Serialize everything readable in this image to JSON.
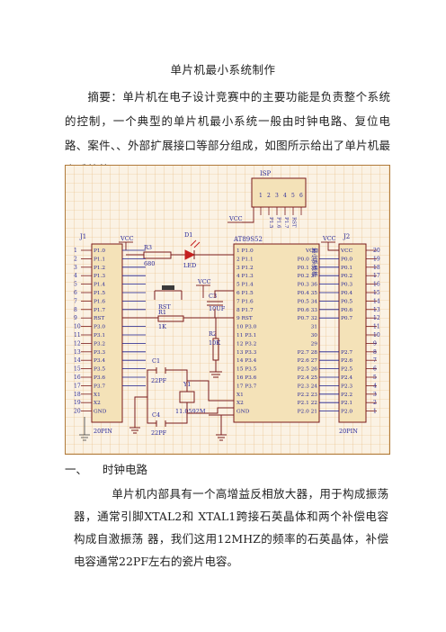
{
  "title": "单片机最小系统制作",
  "abstract": "摘要：单片机在电子设计竞赛中的主要功能是负责整个系统的控制，一个典型的单片机最小系统一般由时钟电路、复位电路、案件、、外部扩展接口等部分组成，如图所示给出了单片机最小系统的原理图",
  "section": {
    "number": "一、",
    "heading": "时钟电路"
  },
  "body_text": "单片机内部具有一个高增益反相放大器，用于构成振荡器，通常引脚XTAL2和 XTAL1跨接石英晶体和两个补偿电容构成自激振荡 器，我们这用12MHZ的频率的石英晶体，补偿电容通常22PF左右的瓷片电容。",
  "schematic": {
    "isp_label": "ISP",
    "isp_pins": [
      "1",
      "2",
      "3",
      "4",
      "5",
      "6"
    ],
    "isp_signals": [
      "P1.5",
      "P1.6",
      "P1.7",
      "RST"
    ],
    "chip_name": "AT89S52",
    "j1_label": "J1",
    "j1_footer": "20PIN",
    "j1_pins": [
      "P1.0",
      "P1.1",
      "P1.2",
      "P1.3",
      "P1.4",
      "P1.5",
      "P1.6",
      "P1.7",
      "RST",
      "P3.0",
      "P3.1",
      "P3.2",
      "P3.3",
      "P3.4",
      "P3.5",
      "P3.6",
      "P3.7",
      "X1",
      "X2",
      "GND"
    ],
    "j2_label": "J2",
    "j2_footer": "20PIN",
    "j2_pins": [
      "VCC",
      "P0.0",
      "P0.1",
      "P0.2",
      "P0.3",
      "P0.4",
      "P0.5",
      "P0.6",
      "P0.7",
      "",
      "",
      "",
      "P2.7",
      "P2.6",
      "P2.5",
      "P2.4",
      "P2.3",
      "P2.2",
      "P2.1",
      "P2.0"
    ],
    "chip_left_pins": [
      "1 P1.0",
      "2 P1.1",
      "3 P1.2",
      "4 P1.3",
      "5 P1.4",
      "6 P1.5",
      "7 P1.6",
      "8 P1.7",
      "9 RST",
      "10 P3.0",
      "11 P3.1",
      "12 P3.2",
      "13 P3.3",
      "14 P3.4",
      "15 P3.5",
      "16 P3.6",
      "17 P3.7",
      "X1",
      "X2",
      "GND"
    ],
    "chip_right_pins": [
      "VCC",
      "P0.0 39",
      "P0.1 38",
      "P0.2 37",
      "P0.3 36",
      "P0.4 35",
      "P0.5 34",
      "P0.6 33",
      "P0.7 32",
      "31",
      "30",
      "29",
      "P2.7 28",
      "P2.6 27",
      "P2.5 26",
      "P2.4 25",
      "P2.3 24",
      "P2.2 23",
      "P2.1 22",
      "P2.0 21"
    ],
    "vcc": "VCC",
    "r3": "R3",
    "r3_val": "680",
    "d1": "D1",
    "led": "LED",
    "rst": "RST",
    "r1": "R1",
    "r1_val": "1K",
    "c3": "C3",
    "c3_val": "10UF",
    "r2": "R2",
    "r2_val": "10K",
    "c1": "C1",
    "c1_val": "22PF",
    "y1": "Y1",
    "y1_val": "11.0592M",
    "c4": "C4",
    "c4_val": "22PF",
    "vert_label": "最小系统板"
  }
}
